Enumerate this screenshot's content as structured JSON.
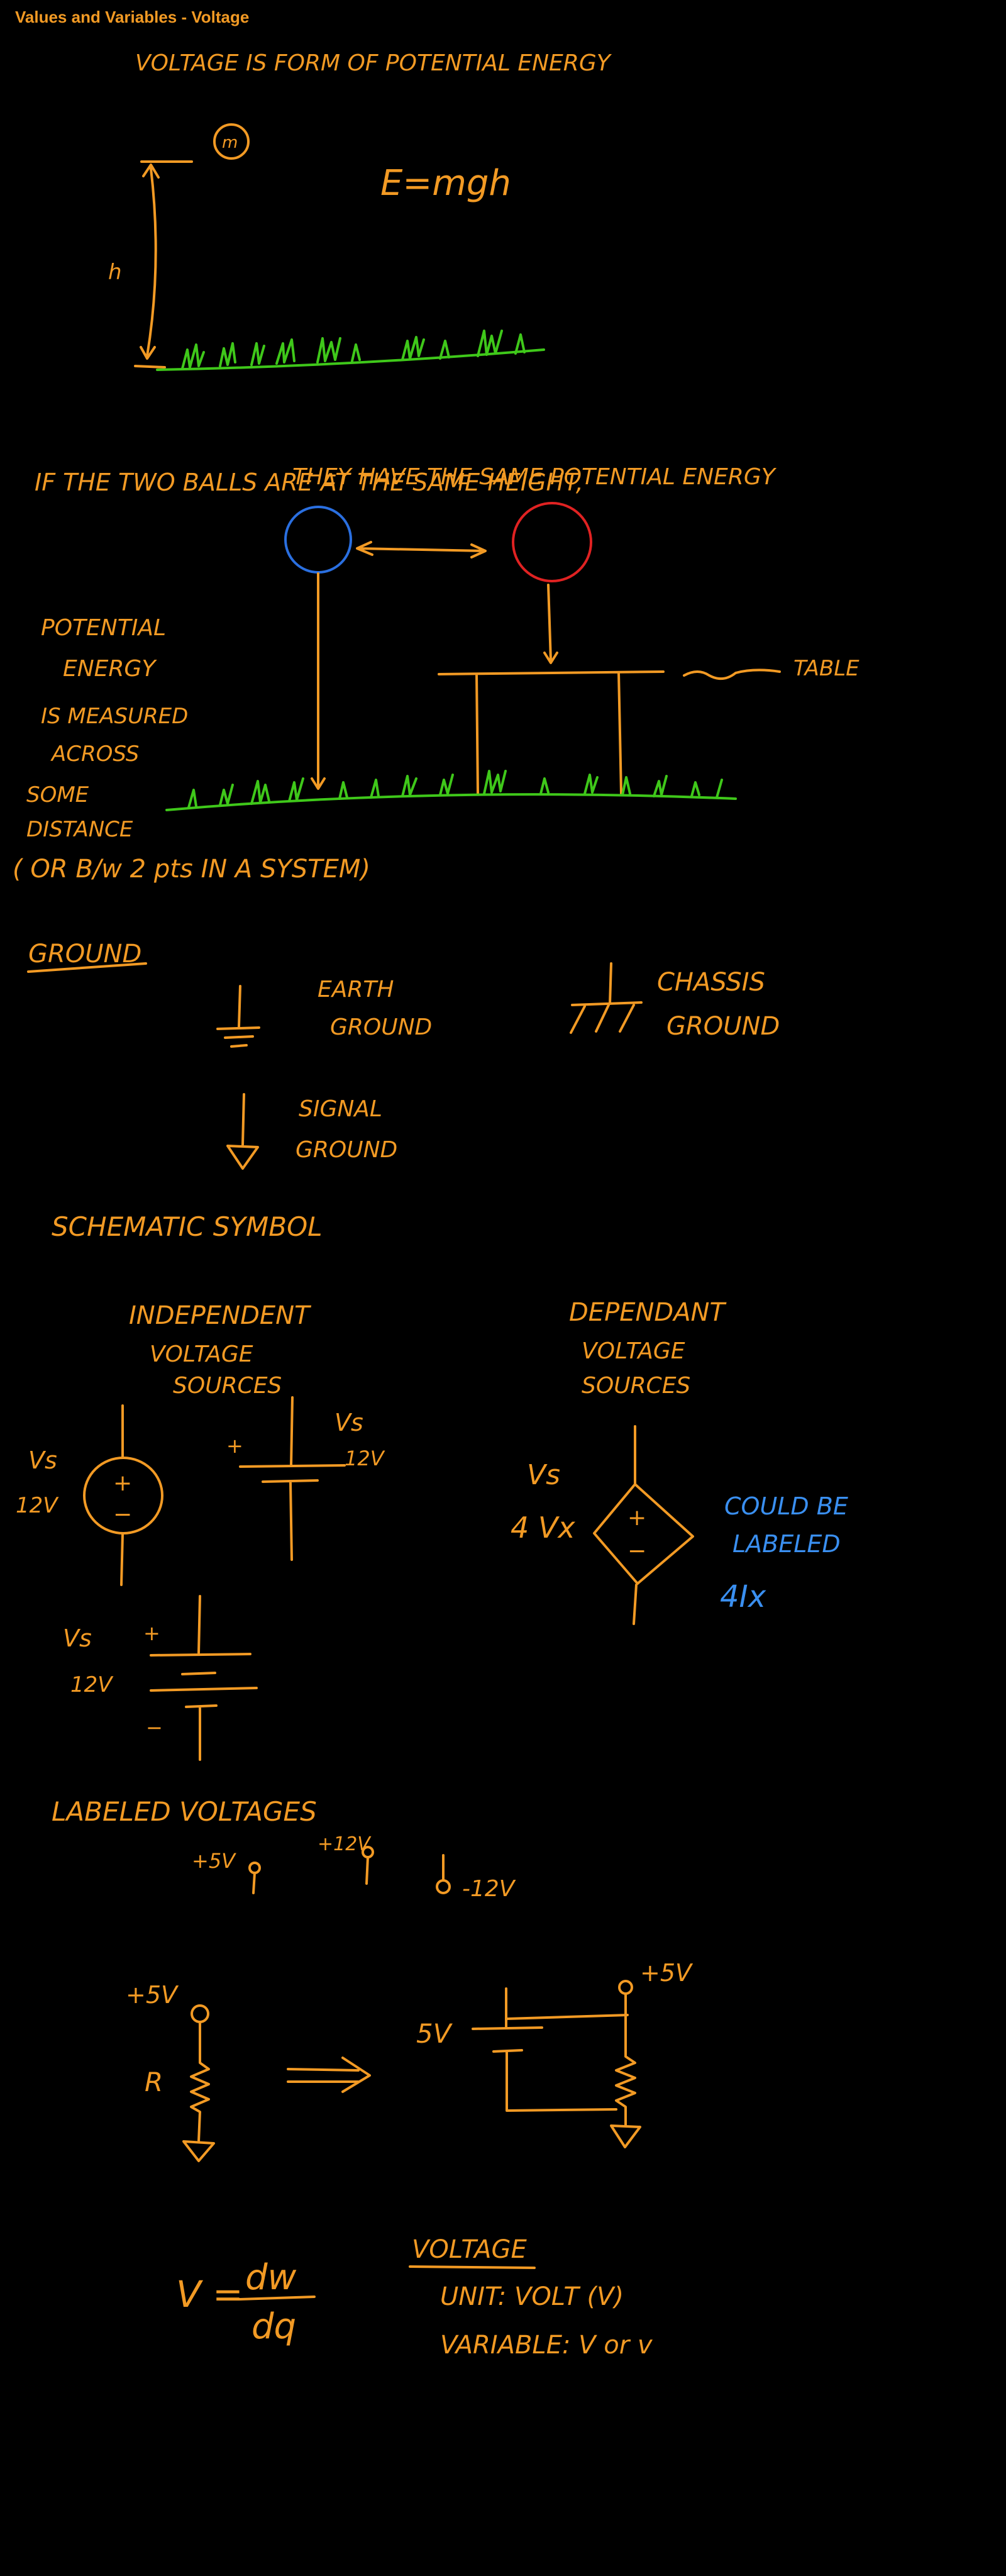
{
  "page_title": "Values and Variables - Voltage",
  "colors": {
    "ink": "#f29a24",
    "grass": "#3fc81a",
    "blue_note": "#3a8ff0",
    "blue_ball": "#2a6fe0",
    "red_ball": "#e02222",
    "background": "#000000"
  },
  "section1": {
    "heading": "VOLTAGE  IS FORM OF POTENTIAL ENERGY",
    "mass_label": "m",
    "height_label": "h",
    "equation": "E=mgh"
  },
  "section2": {
    "line1": "IF THE TWO BALLS ARE AT THE SAME HEIGHT,",
    "line2": "THEY HAVE THE SAME POTENTIAL ENERGY",
    "table_label": "TABLE",
    "note": [
      "POTENTIAL",
      "ENERGY",
      "IS MEASURED",
      "ACROSS",
      "SOME",
      "DISTANCE"
    ],
    "note_last": "( OR B/w 2 pts  IN A SYSTEM)"
  },
  "ground": {
    "heading": "GROUND",
    "earth": [
      "EARTH",
      "GROUND"
    ],
    "chassis": [
      "CHASSIS",
      "GROUND"
    ],
    "signal": [
      "SIGNAL",
      "GROUND"
    ]
  },
  "schematic": {
    "heading": "SCHEMATIC SYMBOL",
    "independent": [
      "INDEPENDENT",
      "VOLTAGE",
      "SOURCES"
    ],
    "dependent": [
      "DEPENDANT",
      "VOLTAGE",
      "SOURCES"
    ],
    "vs": "Vs",
    "v12": "12V",
    "plus": "+",
    "minus": "−",
    "dep_value": "4 Vx",
    "blue_note": [
      "COULD BE",
      "LABELED"
    ],
    "blue_value": "4Ix"
  },
  "labeled": {
    "heading": "LABELED  VOLTAGES",
    "v1": "+5V",
    "v2": "+12V",
    "v3": "-12V"
  },
  "circuit": {
    "v5p": "+5V",
    "r": "R",
    "v5": "5V",
    "v5p_right": "+5V"
  },
  "formula": {
    "lhs": "V =",
    "numerator": "dw",
    "denominator": "dq",
    "title": "VOLTAGE",
    "unit": "UNIT:  VOLT (V)",
    "variable": "VARIABLE:  V or v"
  }
}
